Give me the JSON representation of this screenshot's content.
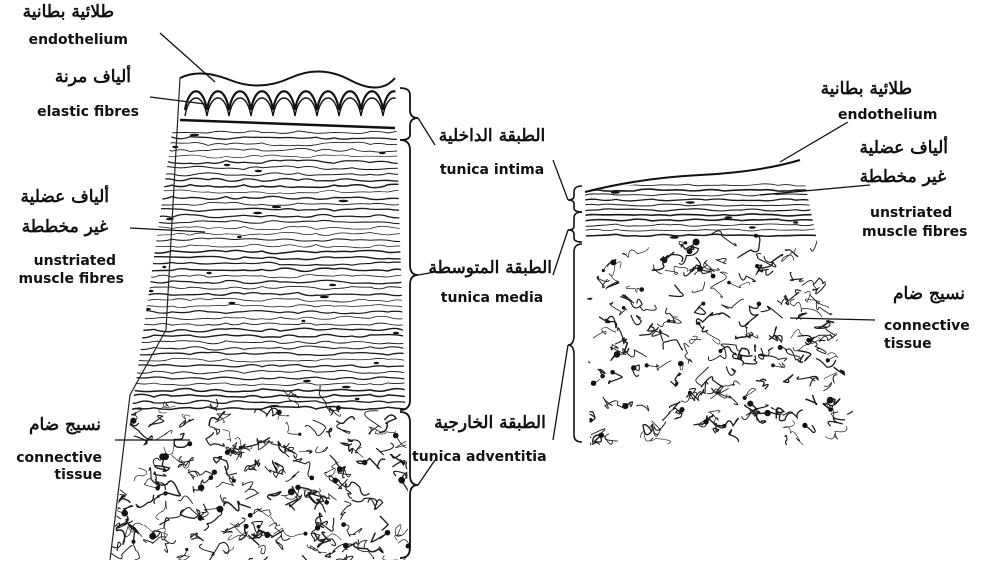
{
  "left_artery": {
    "endothelium": {
      "ar": "طلائية بطانية",
      "en": "endothelium"
    },
    "elastic_fibres": {
      "ar": "ألياف مرنة",
      "en": "elastic fibres"
    },
    "muscle_fibres": {
      "ar_line1": "ألياف عضلية",
      "ar_line2": "غير مخططة",
      "en_line1": "unstriated",
      "en_line2": "muscle fibres"
    },
    "connective_tissue": {
      "ar": "نسيج ضام",
      "en_line1": "connective",
      "en_line2": "tissue"
    }
  },
  "center_layers": {
    "tunica_intima": {
      "ar": "الطبقة الداخلية",
      "en": "tunica intima"
    },
    "tunica_media": {
      "ar": "الطبقة المتوسطة",
      "en": "tunica media"
    },
    "tunica_adventitia": {
      "ar": "الطبقة الخارجية",
      "en": "tunica adventitia"
    }
  },
  "right_vein": {
    "endothelium": {
      "ar": "طلائية بطانية",
      "en": "endothelium"
    },
    "muscle_fibres": {
      "ar_line1": "ألياف عضلية",
      "ar_line2": "غير مخططة",
      "en_line1": "unstriated",
      "en_line2": "muscle fibres"
    },
    "connective_tissue": {
      "ar": "نسيج ضام",
      "en_line1": "connective",
      "en_line2": "tissue"
    }
  }
}
